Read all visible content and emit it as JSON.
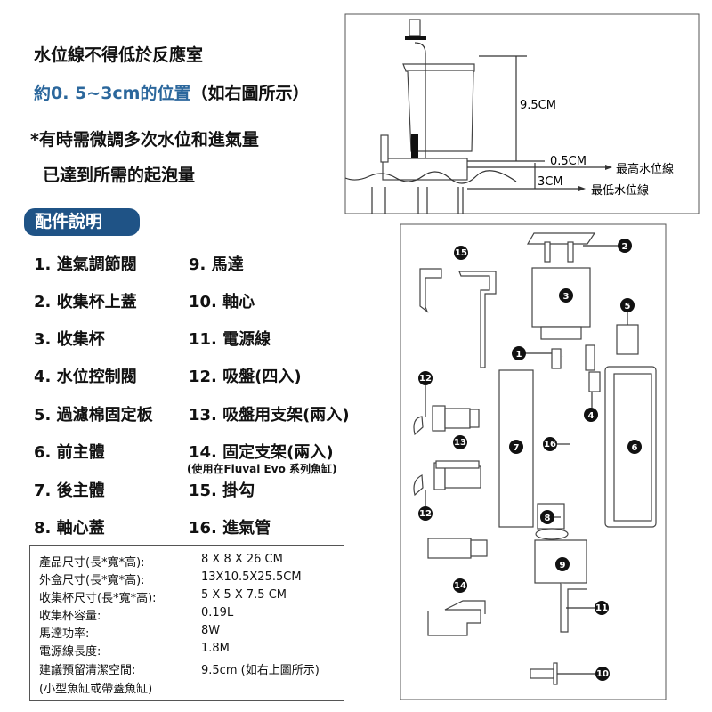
{
  "intro": {
    "line1": "水位線不得低於反應室",
    "line2_blue": "約0. 5~3cm的位置",
    "line2_rest": "（如右圖所示）",
    "line3": "*有時需微調多次水位和進氣量",
    "line4": "已達到所需的起泡量"
  },
  "level_diagram": {
    "height_label": "9.5CM",
    "gap_label": "0.5CM",
    "range_label": "3CM",
    "max_label": "最高水位線",
    "min_label": "最低水位線"
  },
  "section_badge": "配件說明",
  "parts_col1": [
    "1. 進氣調節閥",
    "2. 收集杯上蓋",
    "3. 收集杯",
    "4. 水位控制閥",
    "5. 過濾棉固定板",
    "6. 前主體",
    "7. 後主體",
    "8. 軸心蓋"
  ],
  "parts_col2": [
    "9. 馬達",
    "10. 軸心",
    "11. 電源線",
    "12. 吸盤(四入)",
    "13. 吸盤用支架(兩入)",
    "14. 固定支架(兩入)",
    "15. 掛勾",
    "16. 進氣管"
  ],
  "parts_note": "(使用在Fluval Evo 系列魚缸)",
  "specs": [
    {
      "label": "產品尺寸(長*寬*高):",
      "value": "8 X 8 X 26 CM"
    },
    {
      "label": "外盒尺寸(長*寬*高):",
      "value": "13X10.5X25.5CM"
    },
    {
      "label": "收集杯尺寸(長*寬*高):",
      "value": "5 X 5 X 7.5 CM"
    },
    {
      "label": "收集杯容量:",
      "value": "0.19L"
    },
    {
      "label": "馬達功率:",
      "value": "8W"
    },
    {
      "label": "電源線長度:",
      "value": "1.8M"
    },
    {
      "label": "建議預留清潔空間:",
      "value": "9.5cm (如右上圖所示)"
    },
    {
      "label": "(小型魚缸或帶蓋魚缸)",
      "value": ""
    }
  ],
  "callouts": [
    "1",
    "2",
    "3",
    "4",
    "5",
    "6",
    "7",
    "8",
    "9",
    "10",
    "11",
    "12",
    "12",
    "13",
    "14",
    "15",
    "16"
  ]
}
